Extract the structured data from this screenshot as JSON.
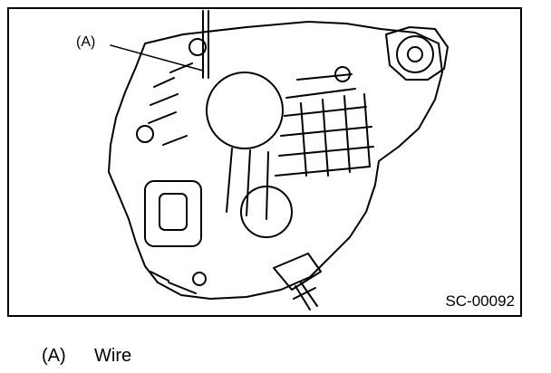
{
  "figure": {
    "callout": "(A)",
    "code": "SC-00092",
    "colors": {
      "line": "#000000",
      "background": "#ffffff"
    }
  },
  "legend": [
    {
      "key": "(A)",
      "label": "Wire"
    }
  ]
}
